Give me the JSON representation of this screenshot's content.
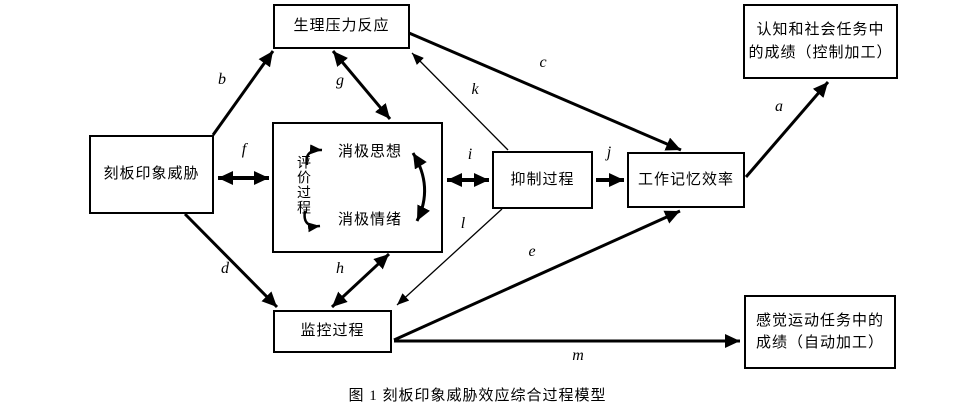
{
  "figure": {
    "caption": "图 1 刻板印象威胁效应综合过程模型"
  },
  "nodes": {
    "physiological_stress": {
      "label": "生理压力反应"
    },
    "cognitive_social_performance": {
      "line1": "认知和社会任务中",
      "line2": "的成绩（控制加工）"
    },
    "stereotype_threat": {
      "label": "刻板印象威胁"
    },
    "appraisal_process": {
      "label": "评价过程"
    },
    "negative_thoughts": {
      "label": "消极思想"
    },
    "negative_emotions": {
      "label": "消极情绪"
    },
    "inhibition_process": {
      "label": "抑制过程"
    },
    "working_memory_efficiency": {
      "label": "工作记忆效率"
    },
    "monitoring_process": {
      "label": "监控过程"
    },
    "sensorimotor_performance": {
      "line1": "感觉运动任务中的",
      "line2": "成绩（自动加工）"
    }
  },
  "arrow_labels": {
    "a": "a",
    "b": "b",
    "c": "c",
    "d": "d",
    "e": "e",
    "f": "f",
    "g": "g",
    "h": "h",
    "i": "i",
    "j": "j",
    "k": "k",
    "l": "l",
    "m": "m"
  },
  "colors": {
    "ink": "#000000",
    "background": "#ffffff"
  }
}
